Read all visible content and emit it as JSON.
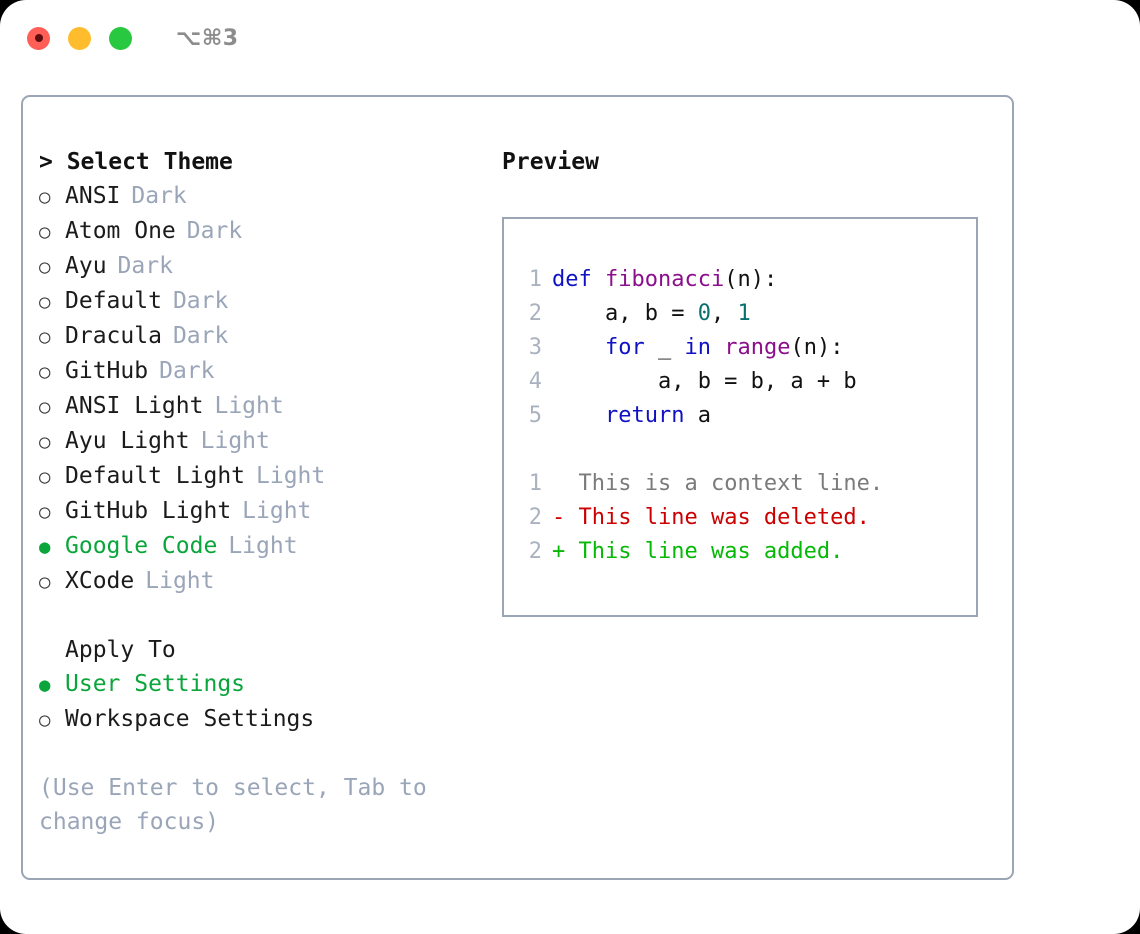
{
  "window": {
    "shortcut": "⌥⌘3",
    "controls": [
      {
        "name": "close-button",
        "color": "#ff5f57"
      },
      {
        "name": "minimize-button",
        "color": "#ffbd2e"
      },
      {
        "name": "maximize-button",
        "color": "#28c840"
      }
    ]
  },
  "left": {
    "heading": "> Select Theme",
    "themes": [
      {
        "bullet": "○",
        "label": "ANSI",
        "tag": "Dark",
        "selected": false
      },
      {
        "bullet": "○",
        "label": "Atom One",
        "tag": "Dark",
        "selected": false
      },
      {
        "bullet": "○",
        "label": "Ayu",
        "tag": "Dark",
        "selected": false
      },
      {
        "bullet": "○",
        "label": "Default",
        "tag": "Dark",
        "selected": false
      },
      {
        "bullet": "○",
        "label": "Dracula",
        "tag": "Dark",
        "selected": false
      },
      {
        "bullet": "○",
        "label": "GitHub",
        "tag": "Dark",
        "selected": false
      },
      {
        "bullet": "○",
        "label": "ANSI Light",
        "tag": "Light",
        "selected": false
      },
      {
        "bullet": "○",
        "label": "Ayu Light",
        "tag": "Light",
        "selected": false
      },
      {
        "bullet": "○",
        "label": "Default Light",
        "tag": "Light",
        "selected": false
      },
      {
        "bullet": "○",
        "label": "GitHub Light",
        "tag": "Light",
        "selected": false
      },
      {
        "bullet": "●",
        "label": "Google Code",
        "tag": "Light",
        "selected": true
      },
      {
        "bullet": "○",
        "label": "XCode",
        "tag": "Light",
        "selected": false
      }
    ],
    "apply_to": {
      "heading": "Apply To",
      "options": [
        {
          "bullet": "●",
          "label": "User Settings",
          "selected": true
        },
        {
          "bullet": "○",
          "label": "Workspace Settings",
          "selected": false
        }
      ]
    },
    "hint": "(Use Enter to select, Tab to change focus)"
  },
  "right": {
    "heading": "Preview",
    "code_lines": [
      {
        "num": "1",
        "tokens": [
          {
            "t": "def ",
            "c": "kw"
          },
          {
            "t": "fibonacci",
            "c": "fn"
          },
          {
            "t": "(n):",
            "c": "txt"
          }
        ]
      },
      {
        "num": "2",
        "tokens": [
          {
            "t": "    a, b = ",
            "c": "txt"
          },
          {
            "t": "0",
            "c": "num"
          },
          {
            "t": ", ",
            "c": "txt"
          },
          {
            "t": "1",
            "c": "num"
          }
        ]
      },
      {
        "num": "3",
        "tokens": [
          {
            "t": "    ",
            "c": "txt"
          },
          {
            "t": "for",
            "c": "kw"
          },
          {
            "t": " _ ",
            "c": "txt"
          },
          {
            "t": "in",
            "c": "kw"
          },
          {
            "t": " ",
            "c": "txt"
          },
          {
            "t": "range",
            "c": "fn"
          },
          {
            "t": "(n):",
            "c": "txt"
          }
        ]
      },
      {
        "num": "4",
        "tokens": [
          {
            "t": "        a, b = b, a + b",
            "c": "txt"
          }
        ]
      },
      {
        "num": "5",
        "tokens": [
          {
            "t": "    ",
            "c": "txt"
          },
          {
            "t": "return",
            "c": "kw"
          },
          {
            "t": " a",
            "c": "txt"
          }
        ]
      }
    ],
    "diff_lines": [
      {
        "num": "1",
        "marker": "  ",
        "text": "This is a context line.",
        "kind": "ctx"
      },
      {
        "num": "2",
        "marker": "- ",
        "text": "This line was deleted.",
        "kind": "del"
      },
      {
        "num": "2",
        "marker": "+ ",
        "text": "This line was added.",
        "kind": "add"
      }
    ]
  },
  "colors": {
    "accent_green": "#0aa63b",
    "border": "#9aa5b5",
    "muted": "#9aa5b8",
    "keyword": "#1111c4",
    "function": "#8b0f8b",
    "number": "#08706e",
    "diff_add": "#06b906",
    "diff_del": "#cc0000"
  }
}
